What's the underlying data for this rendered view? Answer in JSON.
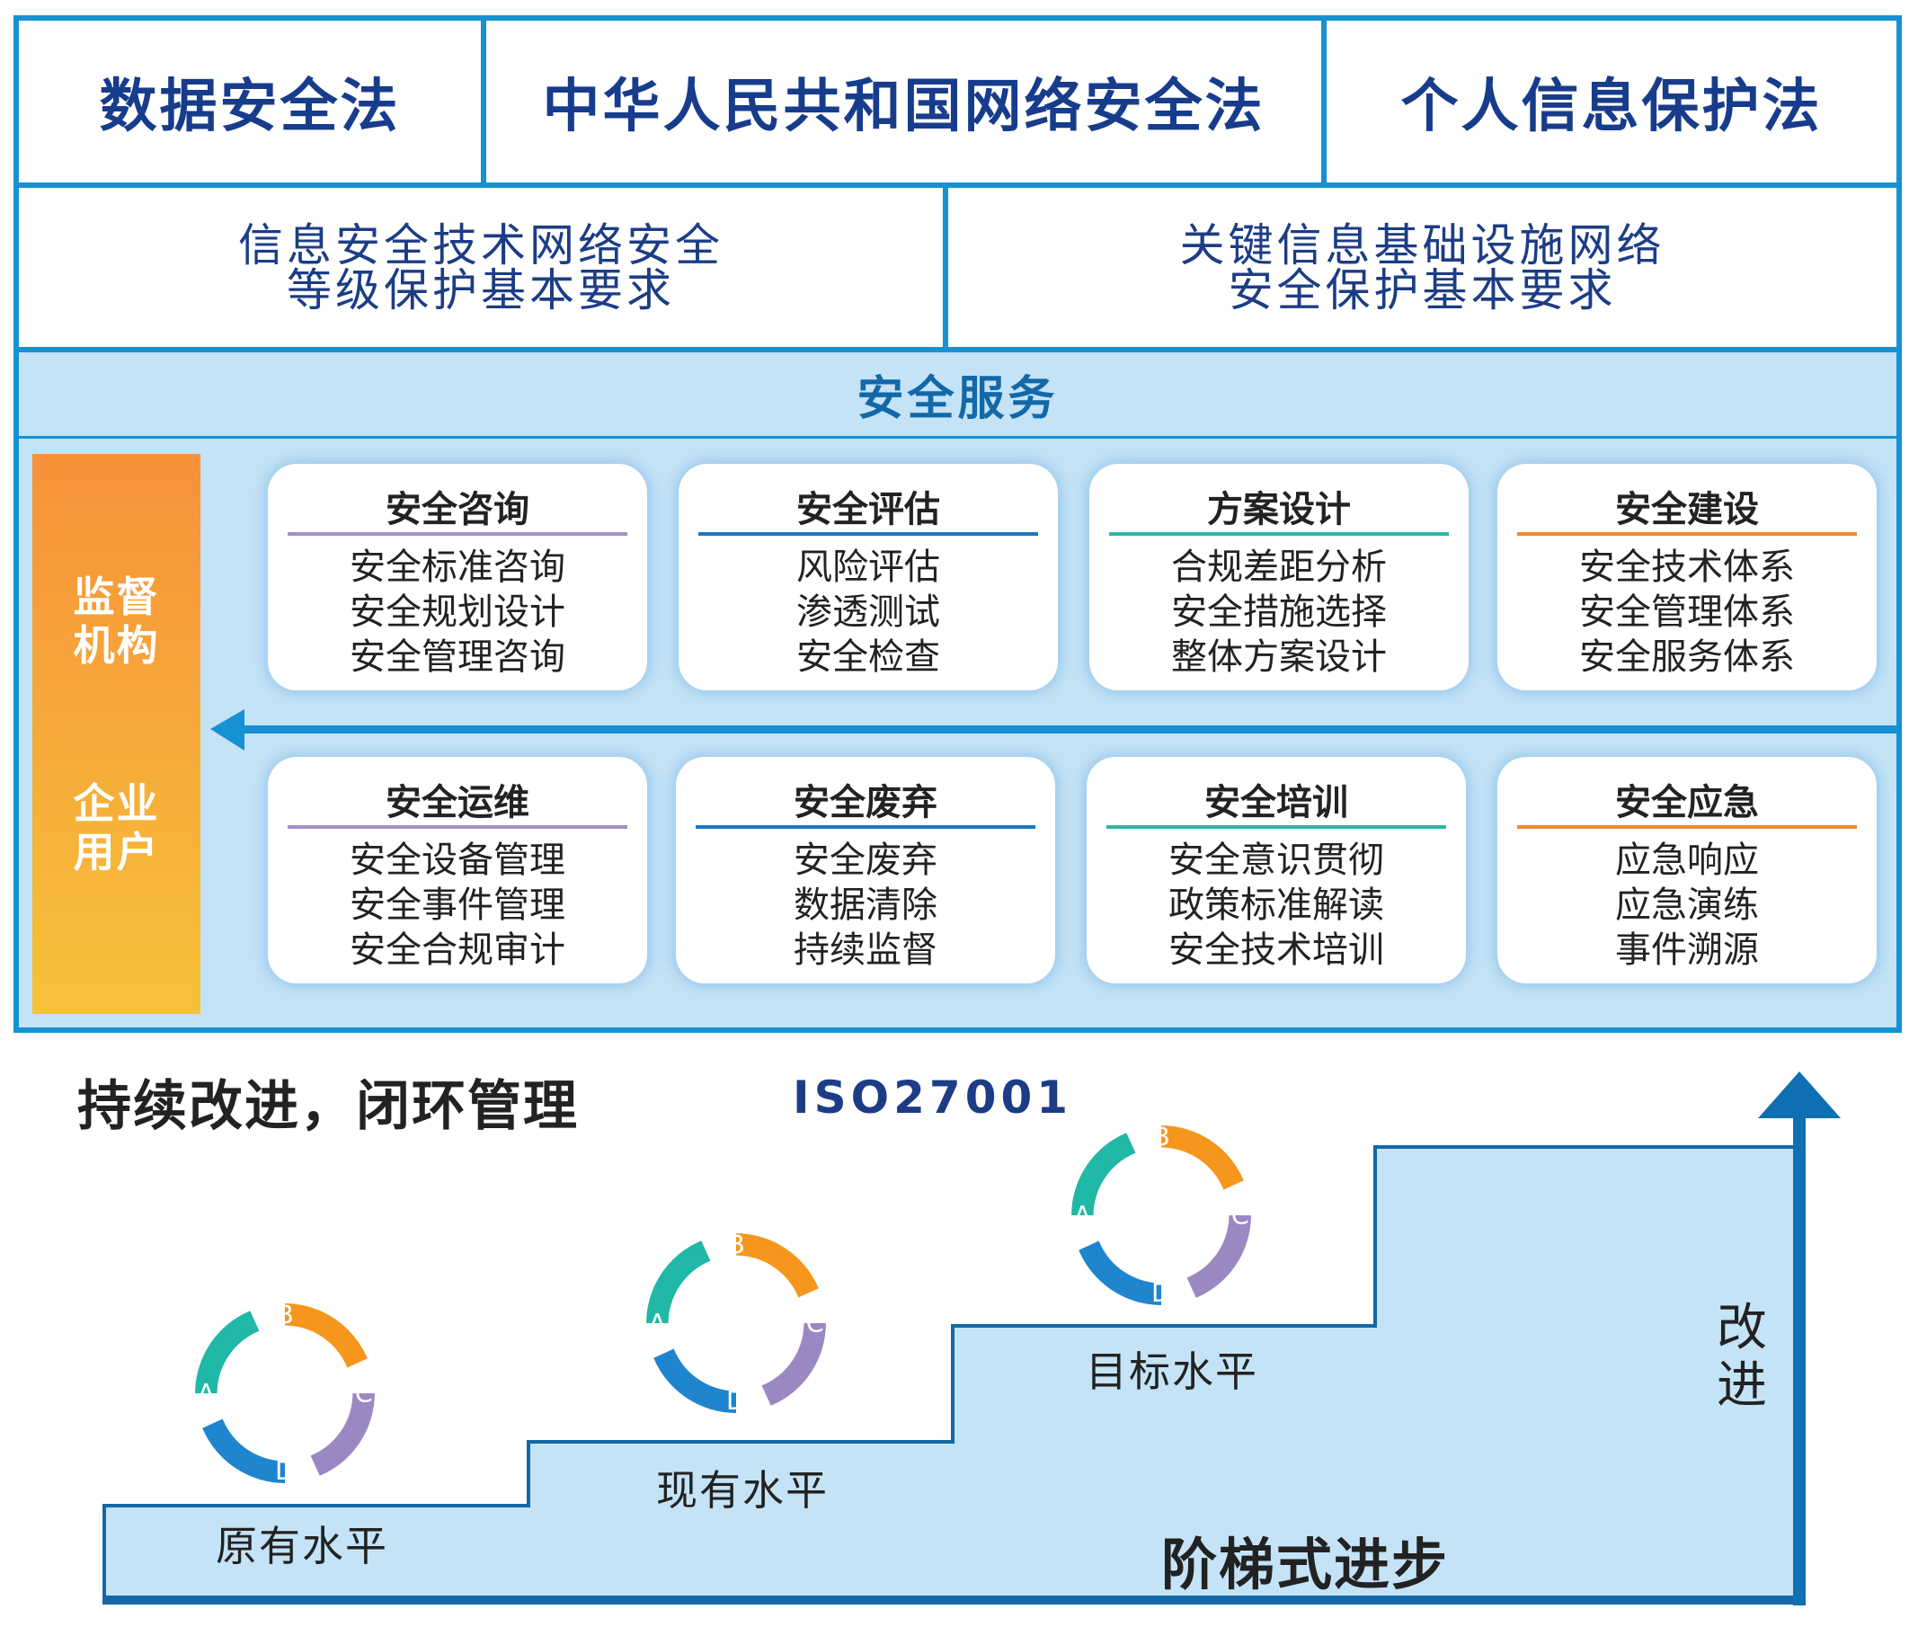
{
  "laws": [
    "数据安全法",
    "中华人民共和国网络安全法",
    "个人信息保护法"
  ],
  "standards": [
    {
      "line1": "信息安全技术网络安全",
      "line2": "等级保护基本要求"
    },
    {
      "line1": "关键信息基础设施网络",
      "line2": "安全保护基本要求"
    }
  ],
  "service_title": "安全服务",
  "side_labels": {
    "top": [
      "监督",
      "机构"
    ],
    "bottom": [
      "企业",
      "用户"
    ]
  },
  "cards": [
    {
      "title": "安全咨询",
      "items": [
        "安全标准咨询",
        "安全规划设计",
        "安全管理咨询"
      ],
      "color": "#a58fc6"
    },
    {
      "title": "安全评估",
      "items": [
        "风险评估",
        "渗透测试",
        "安全检查"
      ],
      "color": "#1b78c2"
    },
    {
      "title": "方案设计",
      "items": [
        "合规差距分析",
        "安全措施选择",
        "整体方案设计"
      ],
      "color": "#2bb8a8"
    },
    {
      "title": "安全建设",
      "items": [
        "安全技术体系",
        "安全管理体系",
        "安全服务体系"
      ],
      "color": "#f08a2a"
    },
    {
      "title": "安全运维",
      "items": [
        "安全设备管理",
        "安全事件管理",
        "安全合规审计"
      ],
      "color": "#a58fc6"
    },
    {
      "title": "安全废弃",
      "items": [
        "安全废弃",
        "数据清除",
        "持续监督"
      ],
      "color": "#1b78c2"
    },
    {
      "title": "安全培训",
      "items": [
        "安全意识贯彻",
        "政策标准解读",
        "安全技术培训"
      ],
      "color": "#2bb8a8"
    },
    {
      "title": "安全应急",
      "items": [
        "应急响应",
        "应急演练",
        "事件溯源"
      ],
      "color": "#f08a2a"
    }
  ],
  "bottom": {
    "title": "持续改进，闭环管理",
    "iso": "ISO27001",
    "levels": [
      "原有水平",
      "现有水平",
      "目标水平"
    ],
    "progress_label": "阶梯式进步",
    "improve_label": [
      "改",
      "进"
    ],
    "pdca_letters": [
      "A",
      "B",
      "C",
      "D"
    ]
  },
  "colors": {
    "frame": "#1591d4",
    "law_text": "#173c8c",
    "service_text": "#1268a8",
    "light_blue": "#c4e3f6",
    "pdca": {
      "A": "#20b8a6",
      "B": "#f7961d",
      "C": "#9b88c2",
      "D": "#1f85cf"
    }
  }
}
